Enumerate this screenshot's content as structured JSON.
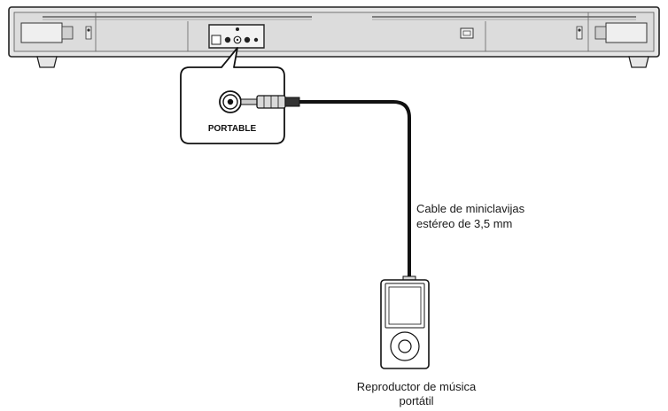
{
  "port": {
    "label": "PORTABLE"
  },
  "cable": {
    "label_line1": "Cable de miniclavijas",
    "label_line2": "estéreo de 3,5 mm"
  },
  "player": {
    "label_line1": "Reproductor de música",
    "label_line2": "portátil"
  }
}
